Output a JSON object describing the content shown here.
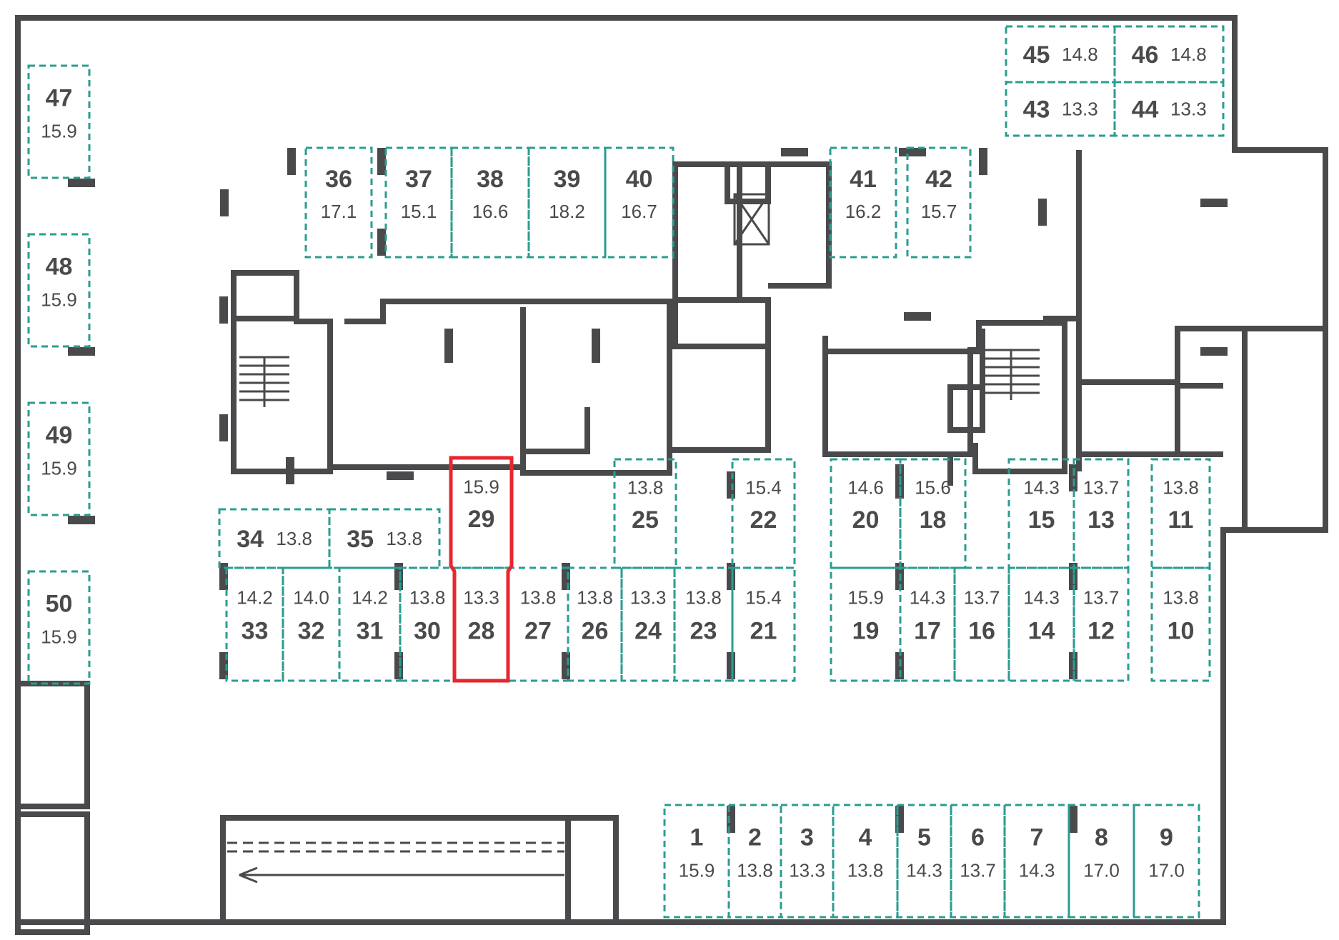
{
  "colors": {
    "wall": "#4a4a4d",
    "spot_border": "#2a9d8f",
    "highlight": "#e8262d",
    "text": "#4a4a4d",
    "background": "#ffffff"
  },
  "highlighted_spot": "29",
  "spots": [
    {
      "num": "1",
      "area": "15.9"
    },
    {
      "num": "2",
      "area": "13.8"
    },
    {
      "num": "3",
      "area": "13.3"
    },
    {
      "num": "4",
      "area": "13.8"
    },
    {
      "num": "5",
      "area": "14.3"
    },
    {
      "num": "6",
      "area": "13.7"
    },
    {
      "num": "7",
      "area": "14.3"
    },
    {
      "num": "8",
      "area": "17.0"
    },
    {
      "num": "9",
      "area": "17.0"
    },
    {
      "num": "10",
      "area": "13.8"
    },
    {
      "num": "11",
      "area": "13.8"
    },
    {
      "num": "12",
      "area": "13.7"
    },
    {
      "num": "13",
      "area": "13.7"
    },
    {
      "num": "14",
      "area": "14.3"
    },
    {
      "num": "15",
      "area": "14.3"
    },
    {
      "num": "16",
      "area": "13.7"
    },
    {
      "num": "17",
      "area": "14.3"
    },
    {
      "num": "18",
      "area": "15.6"
    },
    {
      "num": "19",
      "area": "15.9"
    },
    {
      "num": "20",
      "area": "14.6"
    },
    {
      "num": "21",
      "area": "15.4"
    },
    {
      "num": "22",
      "area": "15.4"
    },
    {
      "num": "23",
      "area": "13.8"
    },
    {
      "num": "24",
      "area": "13.3"
    },
    {
      "num": "25",
      "area": "13.8"
    },
    {
      "num": "26",
      "area": "13.8"
    },
    {
      "num": "27",
      "area": "13.8"
    },
    {
      "num": "28",
      "area": "13.3"
    },
    {
      "num": "29",
      "area": "15.9"
    },
    {
      "num": "30",
      "area": "13.8"
    },
    {
      "num": "31",
      "area": "14.2"
    },
    {
      "num": "32",
      "area": "14.0"
    },
    {
      "num": "33",
      "area": "14.2"
    },
    {
      "num": "34",
      "area": "13.8"
    },
    {
      "num": "35",
      "area": "13.8"
    },
    {
      "num": "36",
      "area": "17.1"
    },
    {
      "num": "37",
      "area": "15.1"
    },
    {
      "num": "38",
      "area": "16.6"
    },
    {
      "num": "39",
      "area": "18.2"
    },
    {
      "num": "40",
      "area": "16.7"
    },
    {
      "num": "41",
      "area": "16.2"
    },
    {
      "num": "42",
      "area": "15.7"
    },
    {
      "num": "43",
      "area": "13.3"
    },
    {
      "num": "44",
      "area": "13.3"
    },
    {
      "num": "45",
      "area": "14.8"
    },
    {
      "num": "46",
      "area": "14.8"
    },
    {
      "num": "47",
      "area": "15.9"
    },
    {
      "num": "48",
      "area": "15.9"
    },
    {
      "num": "49",
      "area": "15.9"
    },
    {
      "num": "50",
      "area": "15.9"
    }
  ]
}
